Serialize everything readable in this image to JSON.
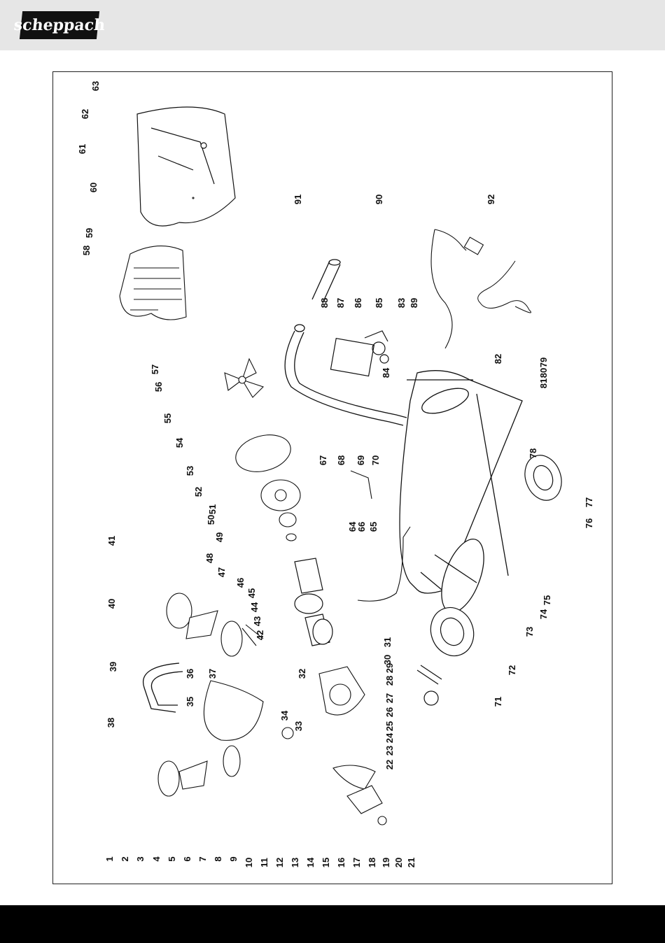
{
  "header": {
    "brand": "scheppach"
  },
  "diagram": {
    "parts": [
      "1",
      "2",
      "3",
      "4",
      "5",
      "6",
      "7",
      "8",
      "9",
      "10",
      "11",
      "12",
      "13",
      "14",
      "15",
      "16",
      "17",
      "18",
      "19",
      "20",
      "21",
      "22",
      "23",
      "24",
      "25",
      "26",
      "27",
      "28",
      "29",
      "30",
      "31",
      "32",
      "33",
      "34",
      "35",
      "36",
      "37",
      "38",
      "39",
      "40",
      "41",
      "42",
      "43",
      "44",
      "45",
      "46",
      "47",
      "48",
      "49",
      "50",
      "51",
      "52",
      "53",
      "54",
      "55",
      "56",
      "57",
      "58",
      "59",
      "60",
      "61",
      "62",
      "63",
      "64",
      "65",
      "66",
      "67",
      "68",
      "69",
      "70",
      "71",
      "72",
      "73",
      "74",
      "75",
      "76",
      "77",
      "78",
      "79",
      "80",
      "81",
      "82",
      "83",
      "84",
      "85",
      "86",
      "87",
      "88",
      "89",
      "90",
      "91",
      "92"
    ]
  },
  "colors": {
    "header_bg": "#e6e6e6",
    "footer_bg": "#000000",
    "line": "#111111"
  }
}
